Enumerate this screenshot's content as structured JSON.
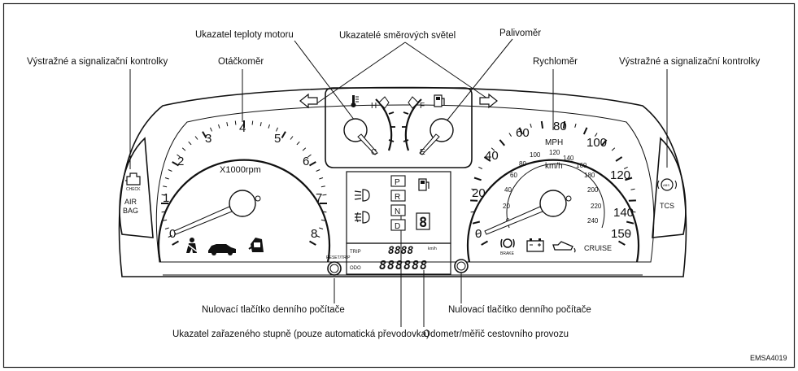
{
  "labels": {
    "warning_left": "Výstražné a signalizační kontrolky",
    "tachometer": "Otáčkoměr",
    "temp_gauge": "Ukazatel teploty motoru",
    "turn_signals": "Ukazatelé směrových světel",
    "fuel_gauge": "Palivoměr",
    "speedometer": "Rychloměr",
    "warning_right": "Výstražné a signalizační kontrolky",
    "trip_reset_left": "Nulovací tlačítko denního počítače",
    "trip_reset_right": "Nulovací tlačítko denního počítače",
    "gear_indicator": "Ukazatel zařazeného stupně (pouze automatická převodovka)",
    "odometer": "Odometr/měřič cestovního provozu"
  },
  "tachometer": {
    "unit": "X1000rpm",
    "numbers": [
      "0",
      "1",
      "2",
      "3",
      "4",
      "5",
      "6",
      "7",
      "8"
    ]
  },
  "speedometer": {
    "unit_mph": "MPH",
    "unit_kmh": "km/h",
    "mph_numbers": [
      "0",
      "20",
      "40",
      "60",
      "80",
      "100",
      "120",
      "140",
      "150"
    ],
    "kmh_numbers": [
      "0",
      "20",
      "40",
      "60",
      "80",
      "100",
      "120",
      "140",
      "160",
      "180",
      "200",
      "220",
      "240"
    ]
  },
  "gauges": {
    "temp_hot": "H",
    "temp_cold": "C",
    "fuel_full": "F",
    "fuel_empty": "E"
  },
  "indicators": {
    "airbag_line1": "AIR",
    "airbag_line2": "BAG",
    "check": "CHECK",
    "tcs": "TCS",
    "abs": "ABS",
    "cruise": "CRUISE",
    "brake": "BRAKE"
  },
  "gears": [
    "P",
    "R",
    "N",
    "D"
  ],
  "display": {
    "trip_digits": "8888",
    "odo_digits": "888888",
    "trip_ab": "TRIP",
    "odo": "ODO",
    "unit": "km/h",
    "reset_caption": "RESET/TRIP"
  },
  "figure_code": "EMSA4019"
}
